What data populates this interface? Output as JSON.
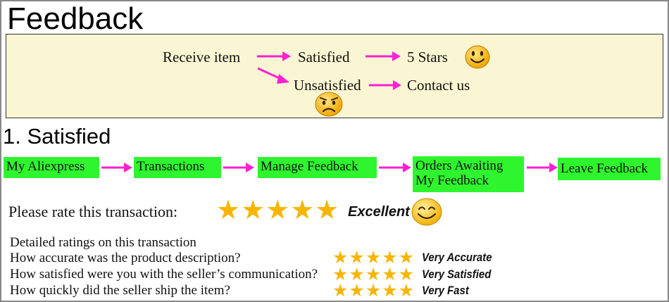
{
  "title": "Feedback",
  "flow": {
    "receive": "Receive item",
    "satisfied": "Satisfied",
    "five_stars": "5 Stars",
    "unsatisfied": "Unsatisfied",
    "contact": "Contact us"
  },
  "section": {
    "heading": "1. Satisfied",
    "steps": [
      "My Aliexpress",
      "Transactions",
      "Manage Feedback",
      "Orders Awaiting My Feedback",
      "Leave Feedback"
    ]
  },
  "rating": {
    "label": "Please rate this transaction:",
    "stars": "★★★★★",
    "verdict": "Excellent",
    "star_count": 5
  },
  "details": {
    "heading": "Detailed ratings on this transaction",
    "rows": [
      {
        "question": "How accurate was the product description?",
        "stars": "★★★★★",
        "verdict": "Very Accurate"
      },
      {
        "question": "How satisfied were you with the seller’s communication?",
        "stars": "★★★★★",
        "verdict": "Very Satisfied"
      },
      {
        "question": "How quickly did the seller ship the item?",
        "stars": "★★★★★",
        "verdict": "Very Fast"
      }
    ]
  },
  "colors": {
    "arrow": "#ff1fd4",
    "step_bg": "#2ef52e",
    "flow_bg": "#faf6d3",
    "star": "#f7b500"
  }
}
